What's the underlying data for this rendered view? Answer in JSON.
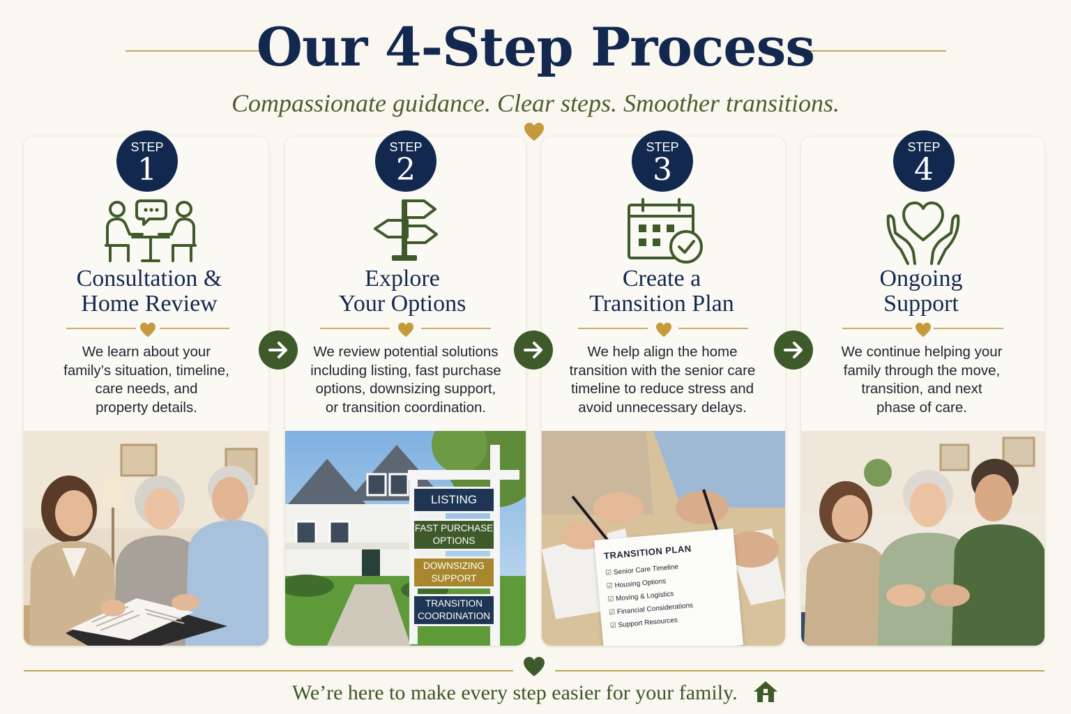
{
  "header": {
    "title": "Our 4-Step Process",
    "subtitle": "Compassionate guidance. Clear steps. Smoother transitions."
  },
  "steps": [
    {
      "step_label": "STEP",
      "number": "1",
      "icon": "consultation-icon",
      "title_line1": "Consultation &",
      "title_line2": "Home Review",
      "description_lines": [
        "We learn about your",
        "family’s situation, timeline,",
        "care needs, and",
        "property details."
      ],
      "photo": "family-consultation-photo"
    },
    {
      "step_label": "STEP",
      "number": "2",
      "icon": "signpost-icon",
      "title_line1": "Explore",
      "title_line2": "Your Options",
      "description_lines": [
        "We review potential solutions",
        "including listing, fast purchase",
        "options, downsizing support,",
        "or transition coordination."
      ],
      "photo": "house-sign-photo",
      "sign_items": [
        {
          "line1": "LISTING",
          "line2": "",
          "color": "#1e3553"
        },
        {
          "line1": "FAST PURCHASE",
          "line2": "OPTIONS",
          "color": "#3f5a2a"
        },
        {
          "line1": "DOWNSIZING",
          "line2": "SUPPORT",
          "color": "#a8862d"
        },
        {
          "line1": "TRANSITION",
          "line2": "COORDINATION",
          "color": "#1e3553"
        }
      ]
    },
    {
      "step_label": "STEP",
      "number": "3",
      "icon": "calendar-check-icon",
      "title_line1": "Create a",
      "title_line2": "Transition Plan",
      "description_lines": [
        "We help align the home",
        "transition with the senior care",
        "timeline to reduce stress and",
        "avoid unnecessary delays."
      ],
      "photo": "transition-plan-photo",
      "plan": {
        "title": "TRANSITION PLAN",
        "items": [
          "Senior Care Timeline",
          "Housing Options",
          "Moving & Logistics",
          "Financial Considerations",
          "Support Resources"
        ]
      }
    },
    {
      "step_label": "STEP",
      "number": "4",
      "icon": "heart-hands-icon",
      "title_line1": "Ongoing",
      "title_line2": "Support",
      "description_lines": [
        "We continue helping your",
        "family through the move,",
        "transition, and next",
        "phase of care."
      ],
      "photo": "family-support-photo"
    }
  ],
  "footer": {
    "text": "We’re here to make every step easier for your family.",
    "icon": "home-icon"
  },
  "colors": {
    "navy": "#13284f",
    "olive": "#3f5a2a",
    "gold": "#c2a35a",
    "background": "#faf7f1"
  }
}
